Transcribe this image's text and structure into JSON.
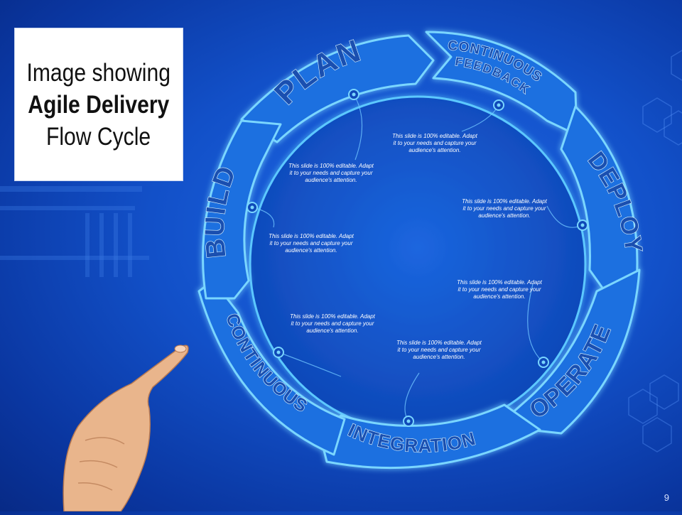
{
  "title": {
    "line1": "Image showing",
    "line2": "Agile Delivery",
    "line3": "Flow Cycle"
  },
  "stages": [
    {
      "id": "plan",
      "label": "PLAN"
    },
    {
      "id": "continuous-feedback",
      "label1": "CONTINUOUS",
      "label2": "FEEDBACK"
    },
    {
      "id": "deploy",
      "label": "DEPLOY"
    },
    {
      "id": "operate",
      "label": "OPERATE"
    },
    {
      "id": "integration",
      "label": "INTEGRATION"
    },
    {
      "id": "continuous",
      "label": "CONTINUOUS"
    },
    {
      "id": "build",
      "label": "BUILD"
    }
  ],
  "notes": [
    "This slide is 100% editable. Adapt it to your needs and capture your audience's attention.",
    "This slide is 100% editable. Adapt it to your needs and capture your audience's attention.",
    "This slide is 100% editable. Adapt it to your needs and capture your audience's attention.",
    "This slide is 100% editable. Adapt it to your needs and capture your audience's attention.",
    "This slide is 100% editable. Adapt it to your needs and capture your audience's attention.",
    "This slide is 100% editable. Adapt it to your needs and capture your audience's attention.",
    "This slide is 100% editable. Adapt it to your needs and capture your audience's attention."
  ],
  "page_number": "9",
  "colors": {
    "ring": "#1a74e0",
    "glow": "#7ad6ff",
    "label": "#1a4fb0",
    "bg": "#1250c8"
  }
}
